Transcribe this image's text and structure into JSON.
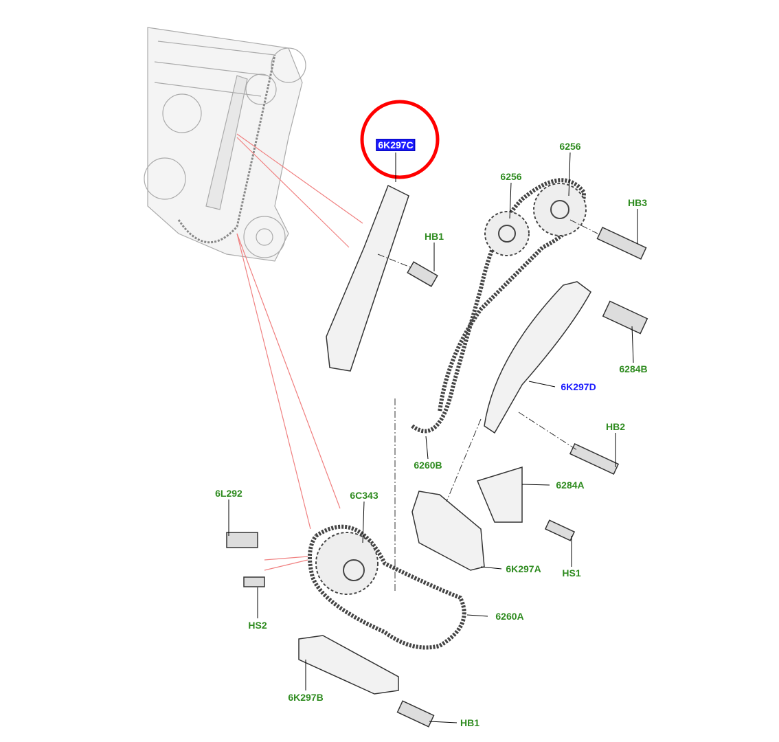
{
  "diagram": {
    "highlight_color": "#ff0000",
    "label_color": "#2e8b1f",
    "selected_color": "#1a1aff",
    "labels": [
      {
        "id": "6K297C",
        "text": "6K297C",
        "style": "selected"
      },
      {
        "id": "6256a",
        "text": "6256",
        "style": "green"
      },
      {
        "id": "6256b",
        "text": "6256",
        "style": "green"
      },
      {
        "id": "HB3",
        "text": "HB3",
        "style": "green"
      },
      {
        "id": "HB1a",
        "text": "HB1",
        "style": "green"
      },
      {
        "id": "6284B",
        "text": "6284B",
        "style": "green"
      },
      {
        "id": "6K297D",
        "text": "6K297D",
        "style": "blue"
      },
      {
        "id": "HB2",
        "text": "HB2",
        "style": "green"
      },
      {
        "id": "6260B",
        "text": "6260B",
        "style": "green"
      },
      {
        "id": "6284A",
        "text": "6284A",
        "style": "green"
      },
      {
        "id": "6L292",
        "text": "6L292",
        "style": "green"
      },
      {
        "id": "6C343",
        "text": "6C343",
        "style": "green"
      },
      {
        "id": "6K297A",
        "text": "6K297A",
        "style": "green"
      },
      {
        "id": "HS1",
        "text": "HS1",
        "style": "green"
      },
      {
        "id": "HS2",
        "text": "HS2",
        "style": "green"
      },
      {
        "id": "6260A",
        "text": "6260A",
        "style": "green"
      },
      {
        "id": "6K297B",
        "text": "6K297B",
        "style": "green"
      },
      {
        "id": "HB1b",
        "text": "HB1",
        "style": "green"
      }
    ]
  }
}
